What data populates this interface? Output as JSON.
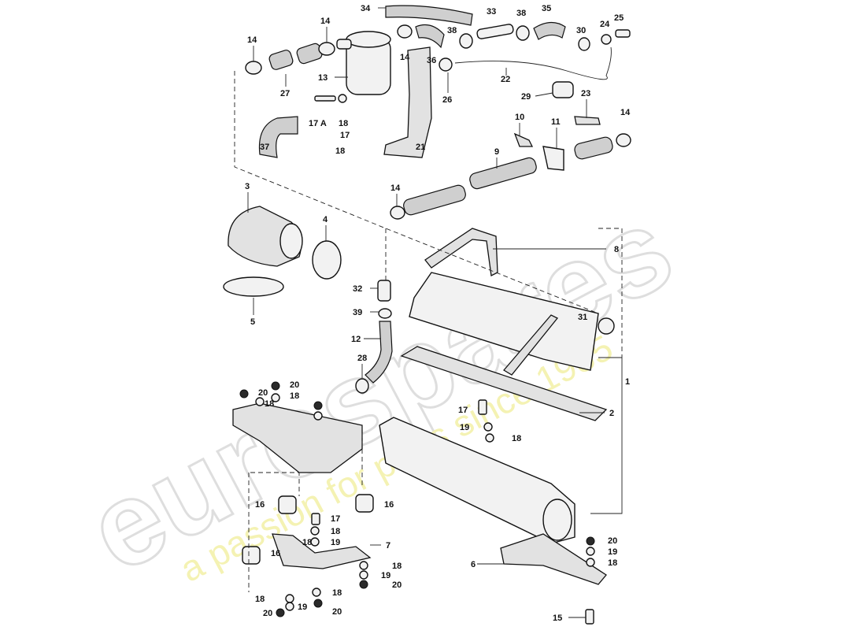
{
  "watermark": {
    "brand": "eurospares",
    "tagline": "a passion for parts since 1985"
  },
  "callouts": [
    {
      "id": "c34",
      "text": "34"
    },
    {
      "id": "c33",
      "text": "33"
    },
    {
      "id": "c38a",
      "text": "38"
    },
    {
      "id": "c35",
      "text": "35"
    },
    {
      "id": "c24",
      "text": "24"
    },
    {
      "id": "c25",
      "text": "25"
    },
    {
      "id": "c14a",
      "text": "14"
    },
    {
      "id": "c14b",
      "text": "14"
    },
    {
      "id": "c38b",
      "text": "38"
    },
    {
      "id": "c30",
      "text": "30"
    },
    {
      "id": "c14c",
      "text": "14"
    },
    {
      "id": "c36",
      "text": "36"
    },
    {
      "id": "c13",
      "text": "13"
    },
    {
      "id": "c27",
      "text": "27"
    },
    {
      "id": "c26",
      "text": "26"
    },
    {
      "id": "c22",
      "text": "22"
    },
    {
      "id": "c29",
      "text": "29"
    },
    {
      "id": "c23",
      "text": "23"
    },
    {
      "id": "c17A",
      "text": "17 A"
    },
    {
      "id": "c18a",
      "text": "18"
    },
    {
      "id": "c17a",
      "text": "17"
    },
    {
      "id": "c18b",
      "text": "18"
    },
    {
      "id": "c21",
      "text": "21"
    },
    {
      "id": "c37",
      "text": "37"
    },
    {
      "id": "c10",
      "text": "10"
    },
    {
      "id": "c11",
      "text": "11"
    },
    {
      "id": "c14d",
      "text": "14"
    },
    {
      "id": "c9",
      "text": "9"
    },
    {
      "id": "c14e",
      "text": "14"
    },
    {
      "id": "c3",
      "text": "3"
    },
    {
      "id": "c4",
      "text": "4"
    },
    {
      "id": "c8",
      "text": "8"
    },
    {
      "id": "c32",
      "text": "32"
    },
    {
      "id": "c5",
      "text": "5"
    },
    {
      "id": "c39",
      "text": "39"
    },
    {
      "id": "c31",
      "text": "31"
    },
    {
      "id": "c12",
      "text": "12"
    },
    {
      "id": "c28",
      "text": "28"
    },
    {
      "id": "c1",
      "text": "1"
    },
    {
      "id": "c20a",
      "text": "20"
    },
    {
      "id": "c18c",
      "text": "18"
    },
    {
      "id": "c20b",
      "text": "20"
    },
    {
      "id": "c18d",
      "text": "18"
    },
    {
      "id": "c17b",
      "text": "17"
    },
    {
      "id": "c2",
      "text": "2"
    },
    {
      "id": "c19a",
      "text": "19"
    },
    {
      "id": "c18e",
      "text": "18"
    },
    {
      "id": "c16a",
      "text": "16"
    },
    {
      "id": "c16b",
      "text": "16"
    },
    {
      "id": "c17c",
      "text": "17"
    },
    {
      "id": "c18f",
      "text": "18"
    },
    {
      "id": "c19b",
      "text": "19"
    },
    {
      "id": "c18g",
      "text": "18"
    },
    {
      "id": "c16c",
      "text": "16"
    },
    {
      "id": "c7",
      "text": "7"
    },
    {
      "id": "c20c",
      "text": "20"
    },
    {
      "id": "c19c",
      "text": "19"
    },
    {
      "id": "c18h",
      "text": "18"
    },
    {
      "id": "c6",
      "text": "6"
    },
    {
      "id": "c18i",
      "text": "18"
    },
    {
      "id": "c19d",
      "text": "19"
    },
    {
      "id": "c20d",
      "text": "20"
    },
    {
      "id": "c18j",
      "text": "18"
    },
    {
      "id": "c18k",
      "text": "18"
    },
    {
      "id": "c19e",
      "text": "19"
    },
    {
      "id": "c20e",
      "text": "20"
    },
    {
      "id": "c20f",
      "text": "20"
    },
    {
      "id": "c15",
      "text": "15"
    }
  ]
}
